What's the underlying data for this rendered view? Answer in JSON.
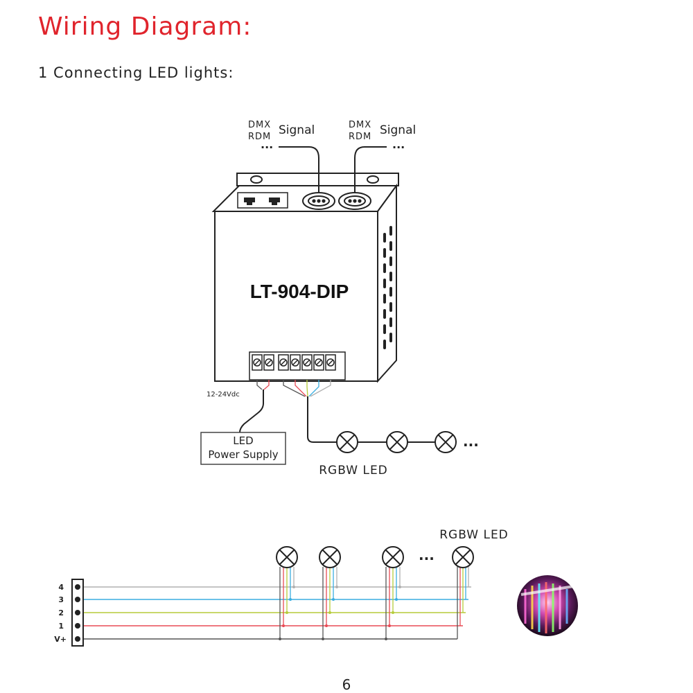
{
  "header": {
    "title": "Wiring Diagram:",
    "section": "1 Connecting LED lights:"
  },
  "device": {
    "model": "LT-904-DIP"
  },
  "signal_in": {
    "line1": "DMX",
    "line2": "RDM",
    "label": "Signal",
    "dots": "..."
  },
  "signal_out": {
    "line1": "DMX",
    "line2": "RDM",
    "label": "Signal",
    "dots": "..."
  },
  "power": {
    "voltage": "12-24Vdc",
    "supply_line1": "LED",
    "supply_line2": "Power Supply"
  },
  "top_led": {
    "label": "RGBW LED",
    "dots": "..."
  },
  "bottom_led": {
    "label": "RGBW LED",
    "dots": "..."
  },
  "terminal_labels": [
    "4",
    "3",
    "2",
    "1",
    "V+"
  ],
  "wire_colors": {
    "ch4": "#b0b0b0",
    "ch3": "#3aaee0",
    "ch2": "#b5cc3a",
    "ch1": "#e84a55",
    "vplus": "#555555"
  },
  "accent_color": "#e0242c",
  "page_number": "6"
}
